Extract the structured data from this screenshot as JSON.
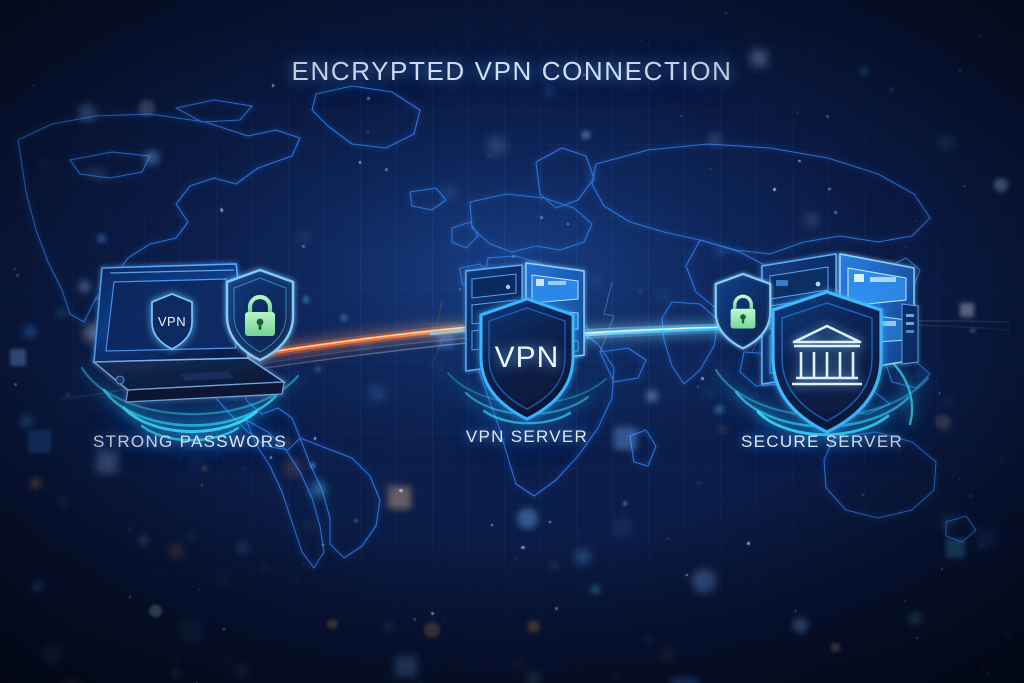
{
  "title": "ENCRYPTED VPN CONNECTION",
  "theme": {
    "background_dark": "#050b1e",
    "background_mid": "#0c2050",
    "background_glow": "#183e84",
    "map_line": "#2f7ae4",
    "accent_cyan": "#38e2ff",
    "accent_blue": "#2f9bff",
    "lock_green": "#8fe6a8",
    "unsecure_orange": "#ff5a1e",
    "text_light": "#dbe7f7",
    "title_color": "#cfe0f5"
  },
  "nodes": [
    {
      "id": "client",
      "label": "STRONG PASSWORS",
      "icon": "laptop-icon",
      "badge_icon": "green-padlock-shield-icon",
      "screen_text": "VPN"
    },
    {
      "id": "vpn-server",
      "label": "VPN SERVER",
      "icon": "server-rack-icon",
      "shield_text": "VPN"
    },
    {
      "id": "secure-server",
      "label": "SECURE SERVER",
      "icon": "server-rack-icon",
      "badge_icon": "green-padlock-shield-icon",
      "shield_icon": "bank-building-icon"
    }
  ],
  "connections": [
    {
      "id": "client-to-vpn",
      "from": "client",
      "to": "vpn-server",
      "state": "unencrypted",
      "color": "#ff5a1e"
    },
    {
      "id": "vpn-to-secure",
      "from": "vpn-server",
      "to": "secure-server",
      "state": "encrypted",
      "color": "#48d8ff"
    }
  ]
}
